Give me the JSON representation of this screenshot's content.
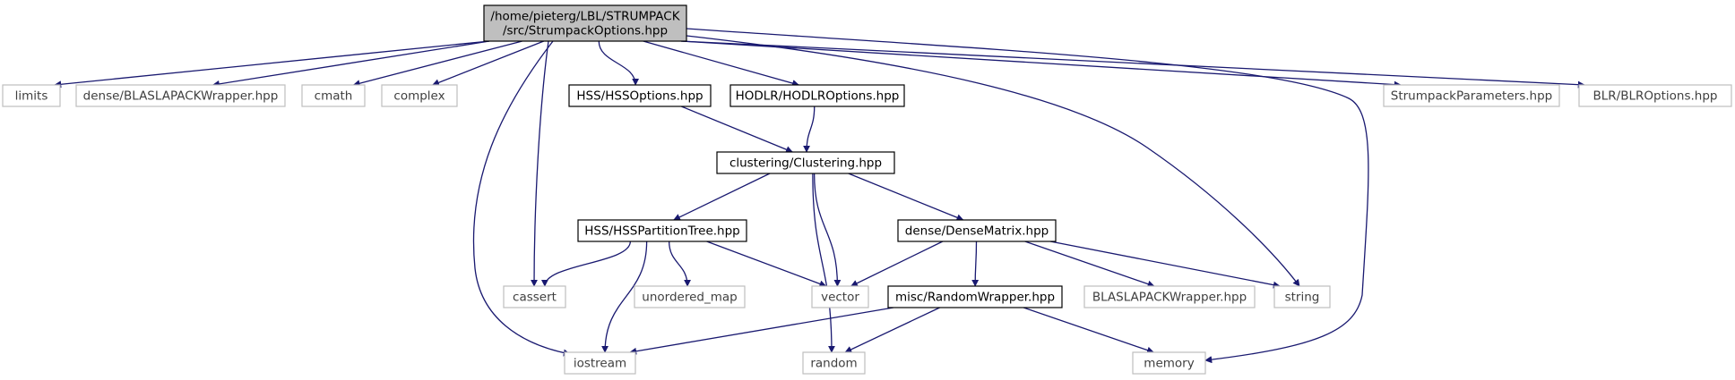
{
  "diagram": {
    "colors": {
      "edge": "#191970",
      "root_fill": "#bfbfbf",
      "internal_border": "#000000",
      "external_border": "#bfbfbf",
      "external_text": "#3f3f3f",
      "internal_text": "#000000"
    },
    "nodes": [
      {
        "id": "root",
        "lines": [
          "/home/pieterg/LBL/STRUMPACK",
          "/src/StrumpackOptions.hpp"
        ],
        "kind": "root"
      },
      {
        "id": "limits",
        "lines": [
          "limits"
        ],
        "kind": "external"
      },
      {
        "id": "blaslapack_dense",
        "lines": [
          "dense/BLASLAPACKWrapper.hpp"
        ],
        "kind": "external"
      },
      {
        "id": "cmath",
        "lines": [
          "cmath"
        ],
        "kind": "external"
      },
      {
        "id": "complex",
        "lines": [
          "complex"
        ],
        "kind": "external"
      },
      {
        "id": "hssoptions",
        "lines": [
          "HSS/HSSOptions.hpp"
        ],
        "kind": "internal"
      },
      {
        "id": "hodlroptions",
        "lines": [
          "HODLR/HODLROptions.hpp"
        ],
        "kind": "internal"
      },
      {
        "id": "strumpackparams",
        "lines": [
          "StrumpackParameters.hpp"
        ],
        "kind": "external"
      },
      {
        "id": "blroptions",
        "lines": [
          "BLR/BLROptions.hpp"
        ],
        "kind": "external"
      },
      {
        "id": "clustering",
        "lines": [
          "clustering/Clustering.hpp"
        ],
        "kind": "internal"
      },
      {
        "id": "hsspartition",
        "lines": [
          "HSS/HSSPartitionTree.hpp"
        ],
        "kind": "internal"
      },
      {
        "id": "densematrix",
        "lines": [
          "dense/DenseMatrix.hpp"
        ],
        "kind": "internal"
      },
      {
        "id": "cassert",
        "lines": [
          "cassert"
        ],
        "kind": "external"
      },
      {
        "id": "unordered_map",
        "lines": [
          "unordered_map"
        ],
        "kind": "external"
      },
      {
        "id": "vector",
        "lines": [
          "vector"
        ],
        "kind": "external"
      },
      {
        "id": "randomwrapper",
        "lines": [
          "misc/RandomWrapper.hpp"
        ],
        "kind": "internal"
      },
      {
        "id": "blaslapack",
        "lines": [
          "BLASLAPACKWrapper.hpp"
        ],
        "kind": "external"
      },
      {
        "id": "string",
        "lines": [
          "string"
        ],
        "kind": "external"
      },
      {
        "id": "iostream",
        "lines": [
          "iostream"
        ],
        "kind": "external"
      },
      {
        "id": "random",
        "lines": [
          "random"
        ],
        "kind": "external"
      },
      {
        "id": "memory",
        "lines": [
          "memory"
        ],
        "kind": "external"
      }
    ],
    "edges": [
      {
        "from": "root",
        "to": "limits"
      },
      {
        "from": "root",
        "to": "blaslapack_dense"
      },
      {
        "from": "root",
        "to": "cmath"
      },
      {
        "from": "root",
        "to": "complex"
      },
      {
        "from": "root",
        "to": "hssoptions"
      },
      {
        "from": "root",
        "to": "hodlroptions"
      },
      {
        "from": "root",
        "to": "strumpackparams"
      },
      {
        "from": "root",
        "to": "blroptions"
      },
      {
        "from": "root",
        "to": "cassert"
      },
      {
        "from": "root",
        "to": "iostream"
      },
      {
        "from": "root",
        "to": "string"
      },
      {
        "from": "root",
        "to": "memory"
      },
      {
        "from": "hssoptions",
        "to": "clustering"
      },
      {
        "from": "hodlroptions",
        "to": "clustering"
      },
      {
        "from": "clustering",
        "to": "hsspartition"
      },
      {
        "from": "clustering",
        "to": "densematrix"
      },
      {
        "from": "clustering",
        "to": "vector"
      },
      {
        "from": "clustering",
        "to": "random"
      },
      {
        "from": "hsspartition",
        "to": "cassert"
      },
      {
        "from": "hsspartition",
        "to": "unordered_map"
      },
      {
        "from": "hsspartition",
        "to": "vector"
      },
      {
        "from": "hsspartition",
        "to": "iostream"
      },
      {
        "from": "densematrix",
        "to": "vector"
      },
      {
        "from": "densematrix",
        "to": "randomwrapper"
      },
      {
        "from": "densematrix",
        "to": "blaslapack"
      },
      {
        "from": "densematrix",
        "to": "string"
      },
      {
        "from": "randomwrapper",
        "to": "iostream"
      },
      {
        "from": "randomwrapper",
        "to": "random"
      },
      {
        "from": "randomwrapper",
        "to": "memory"
      }
    ]
  }
}
